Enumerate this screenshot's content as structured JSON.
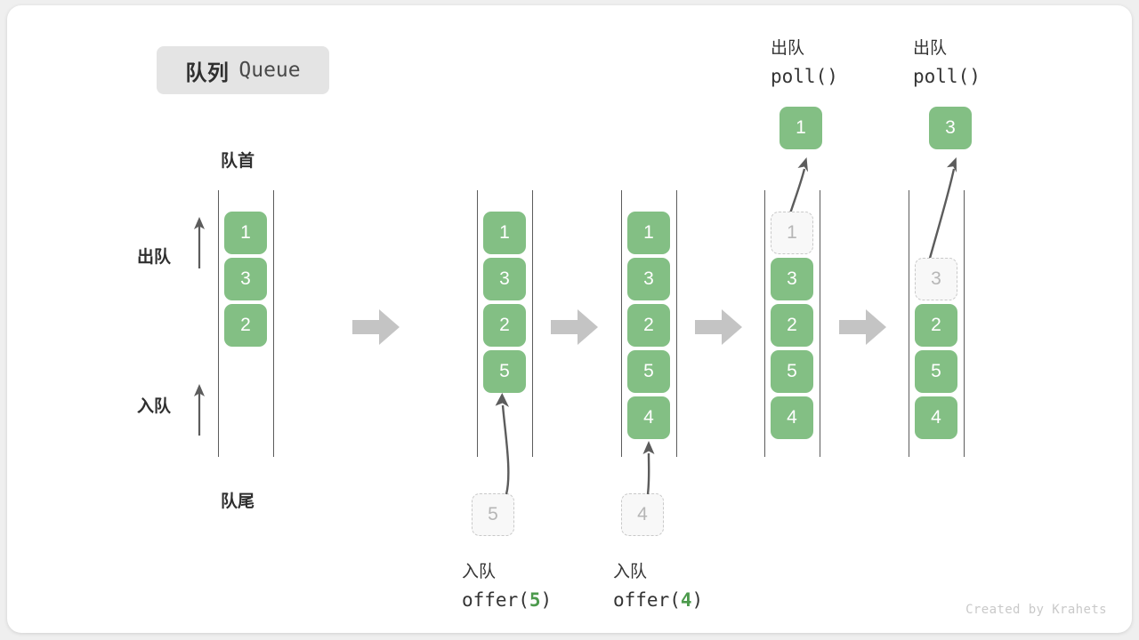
{
  "title": {
    "cn": "队列",
    "en": "Queue"
  },
  "labels": {
    "front": "队首",
    "rear": "队尾",
    "dequeue": "出队",
    "enqueue": "入队"
  },
  "credit": "Created by Krahets",
  "colors": {
    "element": "#83bf84",
    "element_text": "#ffffff",
    "ghost_fill": "#f8f8f8",
    "ghost_border": "#c9c9c9",
    "ghost_text": "#b6b6b6",
    "rail": "#5c5c5c",
    "flow_arrow": "#c4c4c4",
    "badge_bg": "#e4e4e4",
    "text": "#2f2f2f",
    "code_accent": "#4c9a4c"
  },
  "icons": {
    "flow": "right-block-arrow-icon",
    "up": "up-arrow-icon",
    "curve": "curved-arrow-icon"
  },
  "steps": [
    {
      "id": "initial",
      "cells": [
        {
          "value": "1",
          "state": "filled"
        },
        {
          "value": "3",
          "state": "filled"
        },
        {
          "value": "2",
          "state": "filled"
        }
      ]
    },
    {
      "id": "after-offer-5",
      "cells": [
        {
          "value": "1",
          "state": "filled"
        },
        {
          "value": "3",
          "state": "filled"
        },
        {
          "value": "2",
          "state": "filled"
        },
        {
          "value": "5",
          "state": "filled"
        }
      ],
      "incoming": {
        "value": "5",
        "state": "ghost"
      },
      "caption_cn": "入队",
      "caption_code_pre": "offer(",
      "caption_code_num": "5",
      "caption_code_post": ")"
    },
    {
      "id": "after-offer-4",
      "cells": [
        {
          "value": "1",
          "state": "filled"
        },
        {
          "value": "3",
          "state": "filled"
        },
        {
          "value": "2",
          "state": "filled"
        },
        {
          "value": "5",
          "state": "filled"
        },
        {
          "value": "4",
          "state": "filled"
        }
      ],
      "incoming": {
        "value": "4",
        "state": "ghost"
      },
      "caption_cn": "入队",
      "caption_code_pre": "offer(",
      "caption_code_num": "4",
      "caption_code_post": ")"
    },
    {
      "id": "after-poll-1",
      "cells": [
        {
          "value": "1",
          "state": "ghost"
        },
        {
          "value": "3",
          "state": "filled"
        },
        {
          "value": "2",
          "state": "filled"
        },
        {
          "value": "5",
          "state": "filled"
        },
        {
          "value": "4",
          "state": "filled"
        }
      ],
      "outgoing": {
        "value": "1",
        "state": "filled"
      },
      "header_cn": "出队",
      "header_code": "poll()"
    },
    {
      "id": "after-poll-3",
      "cells": [
        {
          "value": "",
          "state": "empty"
        },
        {
          "value": "3",
          "state": "ghost"
        },
        {
          "value": "2",
          "state": "filled"
        },
        {
          "value": "5",
          "state": "filled"
        },
        {
          "value": "4",
          "state": "filled"
        }
      ],
      "outgoing": {
        "value": "3",
        "state": "filled"
      },
      "header_cn": "出队",
      "header_code": "poll()"
    }
  ]
}
